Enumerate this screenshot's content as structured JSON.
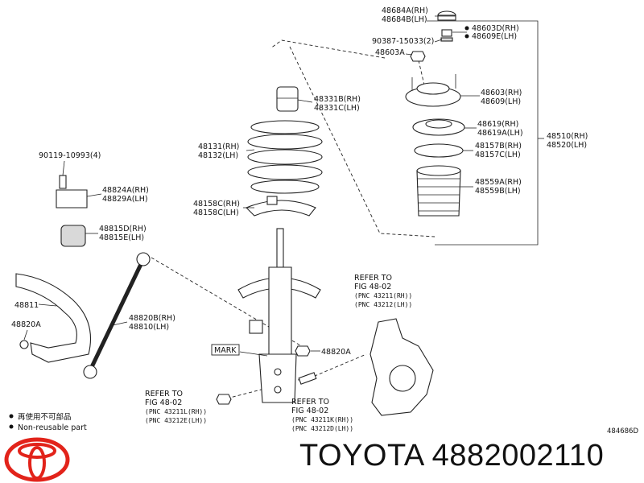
{
  "brand": {
    "name": "TOYOTA",
    "part_number": "4882002110",
    "caption": "TOYOTA 4882002110"
  },
  "labels": {
    "p48684": [
      "48684A(RH)",
      "48684B(LH)"
    ],
    "p48603d": [
      "48603D(RH)",
      "48609E(LH)"
    ],
    "p90387": "90387-15033(2)",
    "p48603a": "48603A",
    "p48331": [
      "48331B(RH)",
      "48331C(LH)"
    ],
    "p48603": [
      "48603(RH)",
      "48609(LH)"
    ],
    "p48619": [
      "48619(RH)",
      "48619A(LH)"
    ],
    "p48157": [
      "48157B(RH)",
      "48157C(LH)"
    ],
    "p48510": [
      "48510(RH)",
      "48520(LH)"
    ],
    "p48131": [
      "48131(RH)",
      "48132(LH)"
    ],
    "p90119": "90119-10993(4)",
    "p48824": [
      "48824A(RH)",
      "48829A(LH)"
    ],
    "p48559": [
      "48559A(RH)",
      "48559B(LH)"
    ],
    "p48158": [
      "48158C(RH)",
      "48158C(LH)"
    ],
    "p48815": [
      "48815D(RH)",
      "48815E(LH)"
    ],
    "p48811": "48811",
    "p48820a_left": "48820A",
    "p48820": [
      "48820B(RH)",
      "48810(LH)"
    ],
    "mark": "MARK",
    "p48820a_right": "48820A",
    "ref_knuckle": [
      "REFER TO",
      "FIG 48-02",
      "(PNC 43211(RH))",
      "(PNC 43212(LH))"
    ],
    "ref_bottom_left": [
      "REFER TO",
      "FIG 48-02",
      "(PNC 43211L(RH))",
      "(PNC 43212E(LH))"
    ],
    "ref_bottom_right": [
      "REFER TO",
      "FIG 48-02",
      "(PNC 43211K(RH))",
      "(PNC 43212D(LH))"
    ],
    "legend_jp": "再使用不可部品",
    "legend_en": "Non-reusable part",
    "illustration_id": "484686D"
  },
  "colors": {
    "logo_red": "#e2231a",
    "line": "#222222"
  },
  "icons": {
    "legend_bullet": "filled-circle",
    "logo": "toyota-logo"
  }
}
